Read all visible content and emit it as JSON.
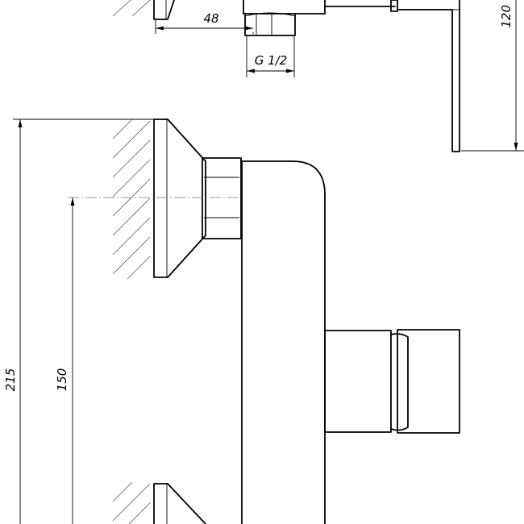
{
  "dimensions": {
    "width_48": "48",
    "thread_g12": "G 1/2",
    "height_120": "120",
    "height_215": "215",
    "height_150": "150"
  },
  "colors": {
    "line": "#000000",
    "background": "#ffffff"
  }
}
